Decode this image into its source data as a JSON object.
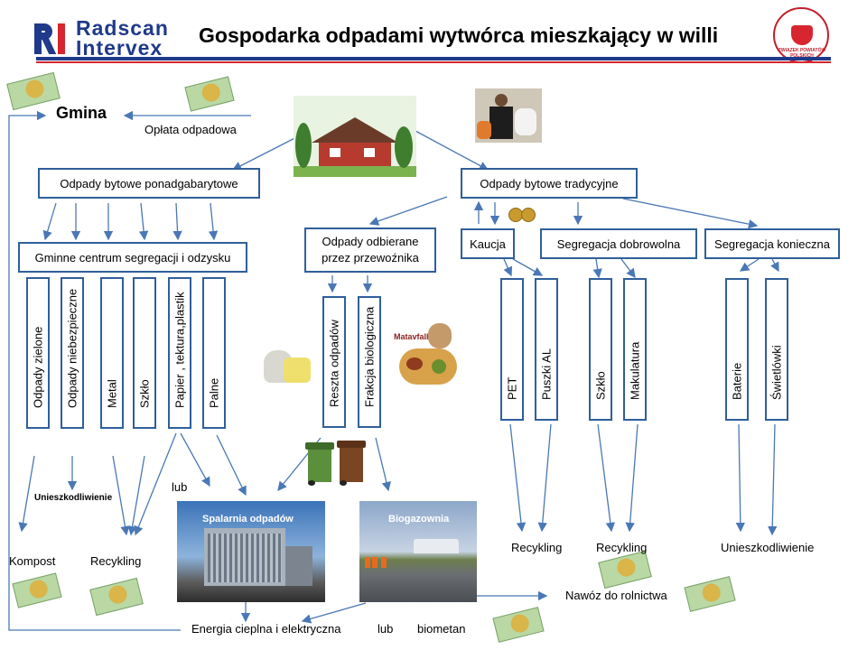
{
  "header": {
    "logo_line1": "Radscan",
    "logo_line2": "Intervex",
    "title": "Gospodarka odpadami wytwórca mieszkający w willi",
    "seal_text": "ZWIĄZEK POWIATÓW POLSKICH"
  },
  "top": {
    "gmina": "Gmina",
    "oplata": "Opłata odpadowa"
  },
  "boxes": {
    "ponadgabarytowe": "Odpady  bytowe  ponadgabarytowe",
    "tradycyjne": "Odpady bytowe tradycyjne",
    "centrum": "Gminne  centrum  segregacji i odzysku",
    "przewoznik": "Odpady odbierane przez przewoźnika",
    "kaucja": "Kaucja",
    "dobrowolna": "Segregacja dobrowolna",
    "konieczna": "Segregacja konieczna"
  },
  "columns": {
    "zielone": "Odpady zielone",
    "niebezpieczne": "Odpady niebezpieczne",
    "metal": "Metal",
    "szklo1": "Szkło",
    "papier": "Papier , tektura,plastik",
    "palne": "Palne",
    "reszta": "Reszta odpadów",
    "frakcja": "Frakcja biologiczna",
    "pet": "PET",
    "puszki": "Puszki AL",
    "szklo2": "Szkło",
    "makulatura": "Makulatura",
    "baterie": "Baterie",
    "swietlowki": "Świetlówki"
  },
  "images": {
    "matavfall": "Matavfall",
    "spalarnia": "Spalarnia  odpadów",
    "biogazownia": "Biogazownia"
  },
  "labels": {
    "unieszk_small": "Unieszkodliwienie",
    "lub1": "lub",
    "kompost": "Kompost",
    "recykling1": "Recykling",
    "recykling2": "Recykling",
    "recykling3": "Recykling",
    "unieszk_right": "Unieszkodliwienie",
    "nawoz": "Nawóz do rolnictwa",
    "energia": "Energia cieplna i elektryczna",
    "lub2": "lub",
    "biometan": "biometan"
  },
  "colors": {
    "brand_blue": "#1f3a8a",
    "brand_red": "#d7262f",
    "box_border": "#2f5f9b",
    "arrow": "#4a78b5"
  }
}
